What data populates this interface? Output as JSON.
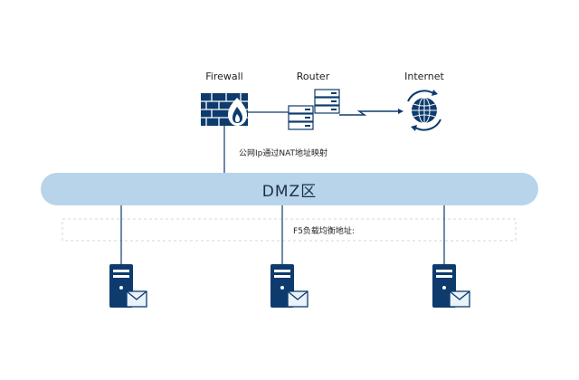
{
  "labels": {
    "firewall": "Firewall",
    "router": "Router",
    "internet": "Internet",
    "nat_note": "公网Ip通过NAT地址映射",
    "dmz": "DMZ区",
    "f5_note": "F5负载均衡地址:"
  },
  "servers": [
    {
      "icon": "server-mail-icon"
    },
    {
      "icon": "server-mail-icon"
    },
    {
      "icon": "server-mail-icon"
    }
  ],
  "colors": {
    "primary": "#0d3b6e",
    "dmz_bar": "#b8d4ea",
    "dashed_box": "#c8d8e8",
    "line": "#0d3b6e",
    "mail_fill": "#eaf2fa"
  }
}
